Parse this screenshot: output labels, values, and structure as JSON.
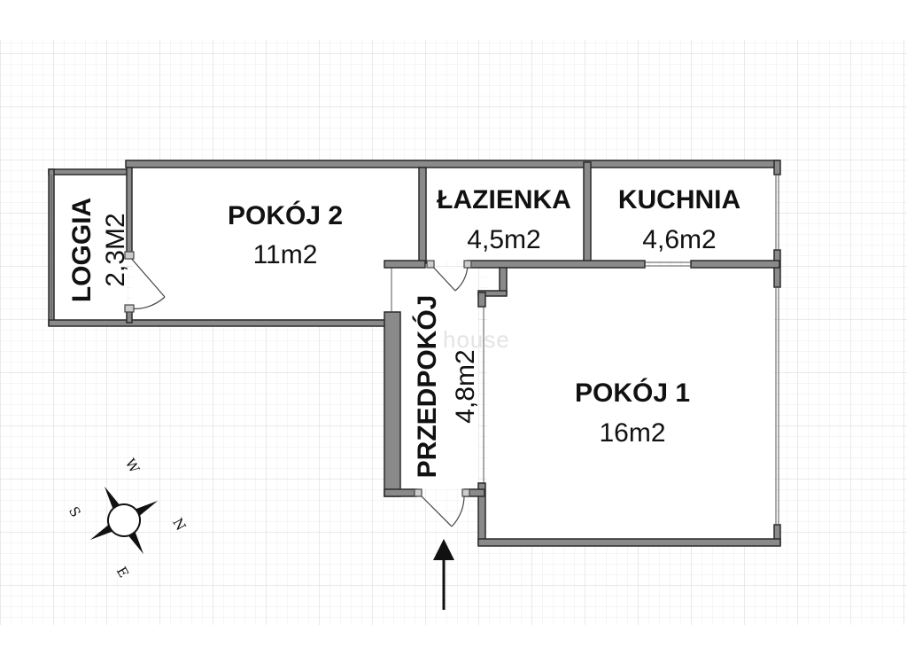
{
  "rooms": {
    "pokoj2": {
      "name": "POKÓJ 2",
      "area": "11m2"
    },
    "lazienka": {
      "name": "ŁAZIENKA",
      "area": "4,5m2"
    },
    "kuchnia": {
      "name": "KUCHNIA",
      "area": "4,6m2"
    },
    "loggia": {
      "name": "LOGGIA",
      "area": "2,3M2"
    },
    "przedpokoj": {
      "name": "PRZEDPOKÓJ",
      "area": "4,8m2"
    },
    "pokoj1": {
      "name": "POKÓJ 1",
      "area": "16m2"
    }
  },
  "compass": {
    "w": "W",
    "s": "S",
    "n": "N",
    "e": "E"
  },
  "watermark": "house",
  "colors": {
    "wall": "#8a8a8a",
    "wall_stroke": "#2a2a2a",
    "grid_minor": "#ececec",
    "grid_major": "#d9d9d9",
    "text": "#111111"
  },
  "entrance_icon": "arrow-up-icon"
}
